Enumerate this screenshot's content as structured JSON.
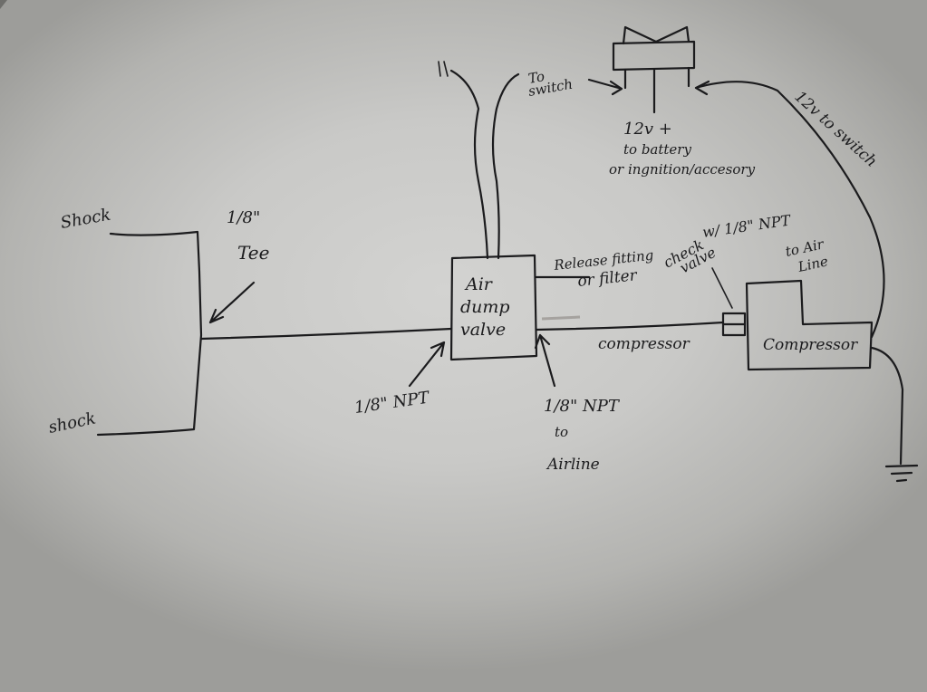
{
  "labels": {
    "shock_top": "Shock",
    "shock_bottom": "shock",
    "tee_size": "1/8\"",
    "tee": "Tee",
    "valve_line1": "Air",
    "valve_line2": "dump",
    "valve_line3": "valve",
    "release_line1": "Release fitting",
    "release_line2": "or filter",
    "npt_left": "1/8\" NPT",
    "npt_right_line1": "1/8\" NPT",
    "npt_right_line2": "to",
    "npt_right_line3": "Airline",
    "compressor_line": "compressor",
    "to_switch_line1": "To",
    "to_switch_line2": "switch",
    "power_line1": "12v +",
    "power_line2": "to battery",
    "power_line3": "or ingnition/accesory",
    "supply_to_switch": "12v to switch",
    "check_valve_line1": "check",
    "check_valve_line2": "valve",
    "check_valve_line3": "w/ 1/8\" NPT",
    "check_valve_line4": "to Air",
    "check_valve_line5": "Line",
    "compressor_box": "Compressor"
  }
}
